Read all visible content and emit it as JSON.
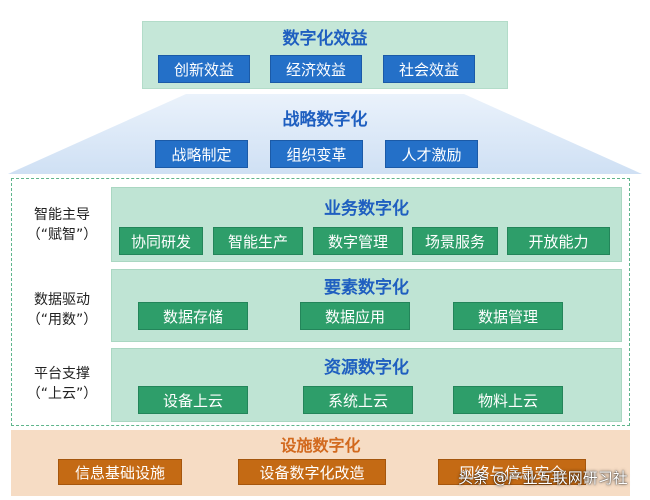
{
  "benefit": {
    "title": "数字化效益",
    "items": [
      "创新效益",
      "经济效益",
      "社会效益"
    ]
  },
  "strategy": {
    "title": "战略数字化",
    "items": [
      "战略制定",
      "组织变革",
      "人才激励"
    ]
  },
  "layers": [
    {
      "side_label": [
        "智能主导",
        "（“赋智”）"
      ],
      "title": "业务数字化",
      "items": [
        "协同研发",
        "智能生产",
        "数字管理",
        "场景服务",
        "开放能力"
      ]
    },
    {
      "side_label": [
        "数据驱动",
        "（“用数”）"
      ],
      "title": "要素数字化",
      "items": [
        "数据存储",
        "数据应用",
        "数据管理"
      ]
    },
    {
      "side_label": [
        "平台支撑",
        "（“上云”）"
      ],
      "title": "资源数字化",
      "items": [
        "设备上云",
        "系统上云",
        "物料上云"
      ]
    }
  ],
  "facility": {
    "title": "设施数字化",
    "items": [
      "信息基础设施",
      "设备数字化改造",
      "网络与信息安全"
    ]
  },
  "watermark": "头条 @产业互联网研习社",
  "colors": {
    "heading_blue": "#1f5fc0",
    "box_blue": "#2470c8",
    "box_green": "#2e9e6a",
    "box_orange": "#c46a14",
    "bg_mint": "#c5e7d8",
    "bg_peach": "#f6dcc4"
  }
}
